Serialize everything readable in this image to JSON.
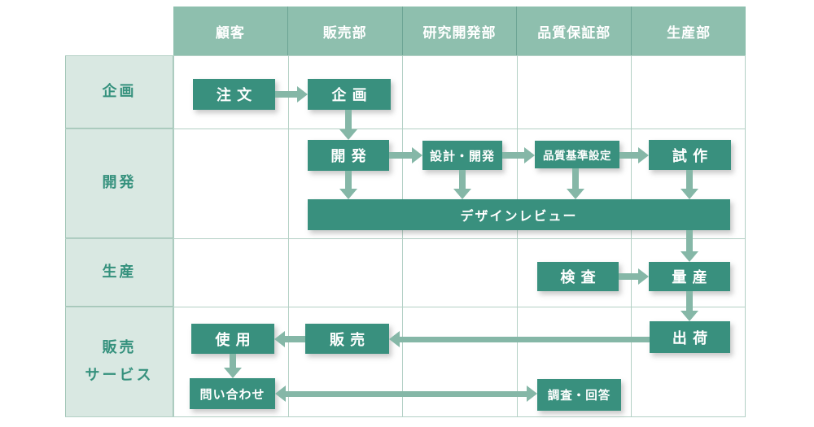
{
  "colors": {
    "box_fill": "#39907E",
    "header_fill": "#8EBFAE",
    "lane_fill": "#D9E8E2",
    "lane_text": "#35917D",
    "arrow": "#85B7A7",
    "grid_line": "#B3D0C5",
    "box_text": "#FFFFFF"
  },
  "header": {
    "columns": [
      {
        "label": "顧客"
      },
      {
        "label": "販売部"
      },
      {
        "label": "研究開発部"
      },
      {
        "label": "品質保証部"
      },
      {
        "label": "生産部"
      }
    ]
  },
  "lanes": [
    {
      "label": "企画"
    },
    {
      "label": "開発"
    },
    {
      "label": "生産"
    },
    {
      "label": "販売",
      "label2": "サービス"
    }
  ],
  "boxes": {
    "order": "注文",
    "planning": "企画",
    "development": "開発",
    "design_dev": "設計・開発",
    "quality_std": "品質基準設定",
    "prototype": "試作",
    "design_review": "デザインレビュー",
    "inspection": "検査",
    "mass_production": "量産",
    "shipping": "出荷",
    "use": "使用",
    "sales": "販売",
    "inquiry": "問い合わせ",
    "survey_response": "調査・回答"
  }
}
